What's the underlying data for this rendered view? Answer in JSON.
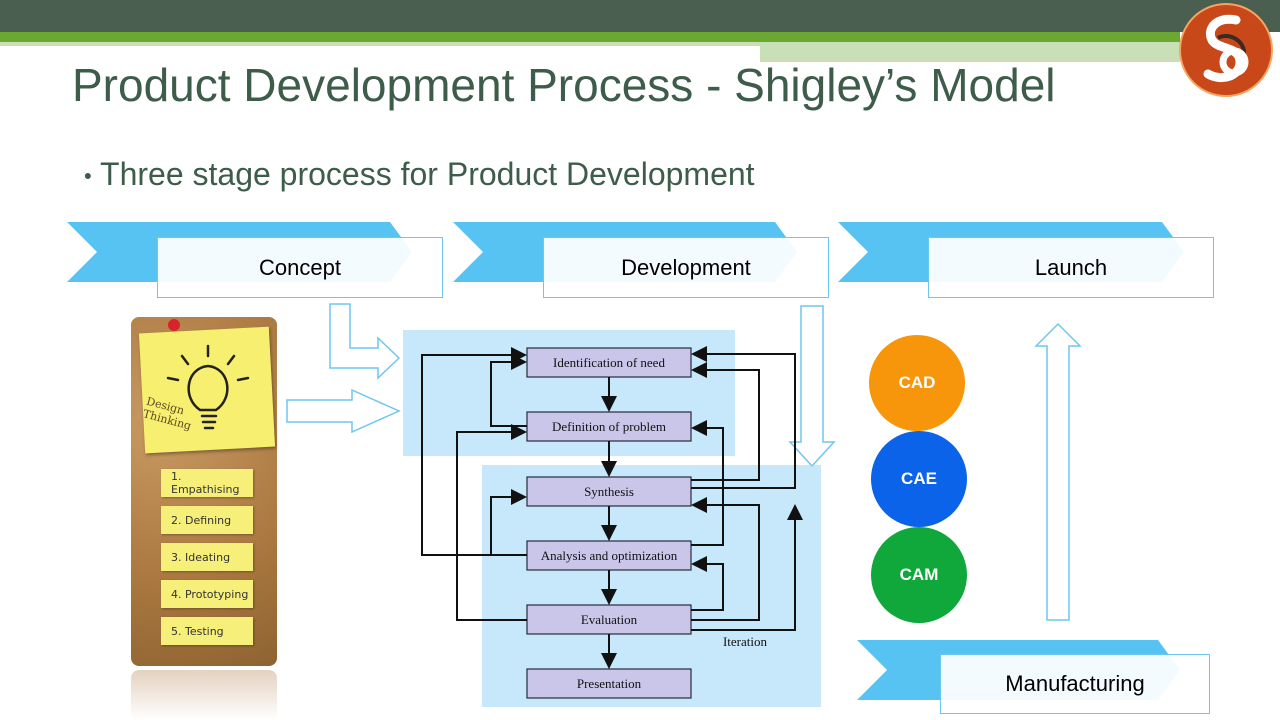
{
  "slide": {
    "title": "Product Development Process - Shigley’s Model",
    "bullet": "Three stage process for Product Development"
  },
  "stages": [
    {
      "label": "Concept"
    },
    {
      "label": "Development"
    },
    {
      "label": "Launch"
    },
    {
      "label": "Manufacturing"
    }
  ],
  "design_thinking": {
    "label_line1": "Design",
    "label_line2": "Thinking",
    "steps": [
      "1. Empathising",
      "2. Defining",
      "3. Ideating",
      "4. Prototyping",
      "5. Testing"
    ]
  },
  "shigley_flow": {
    "steps": [
      "Identification of need",
      "Definition of problem",
      "Synthesis",
      "Analysis and optimization",
      "Evaluation",
      "Presentation"
    ],
    "iteration_label": "Iteration"
  },
  "tools": [
    {
      "label": "CAD",
      "color": "#f7960a"
    },
    {
      "label": "CAE",
      "color": "#0a63e8"
    },
    {
      "label": "CAM",
      "color": "#10a83a"
    }
  ],
  "colors": {
    "title": "#3d5c4a",
    "chevron": "#56c3f3",
    "flow_box": "#c9c6ea",
    "top_bar": "#4a5f50",
    "green_bar": "#6aa832"
  }
}
